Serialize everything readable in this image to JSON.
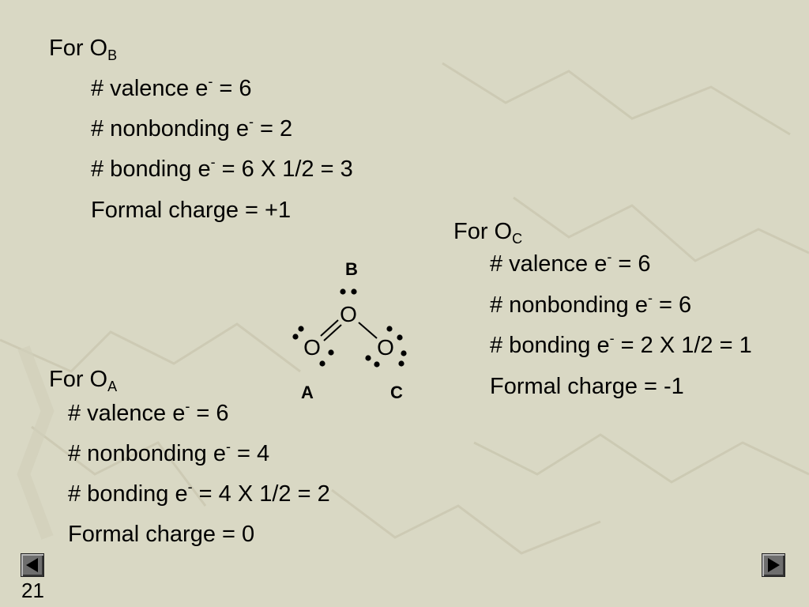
{
  "ob": {
    "heading": "For O",
    "heading_sub": "B",
    "lines": [
      {
        "pre": "# valence e",
        "sup": "-",
        "post": " = 6"
      },
      {
        "pre": "# nonbonding e",
        "sup": "-",
        "post": " = 2"
      },
      {
        "pre": "# bonding e",
        "sup": "-",
        "post": " = 6 X 1/2 = 3"
      },
      {
        "pre": "Formal charge = +1",
        "sup": "",
        "post": ""
      }
    ]
  },
  "oc": {
    "heading": "For O",
    "heading_sub": "C",
    "lines": [
      {
        "pre": "# valence e",
        "sup": "-",
        "post": " = 6"
      },
      {
        "pre": "# nonbonding e",
        "sup": "-",
        "post": " = 6"
      },
      {
        "pre": "# bonding e",
        "sup": "-",
        "post": " = 2 X 1/2 = 1"
      },
      {
        "pre": "Formal charge = -1",
        "sup": "",
        "post": ""
      }
    ]
  },
  "oa": {
    "heading": "For O",
    "heading_sub": "A",
    "lines": [
      {
        "pre": "# valence e",
        "sup": "-",
        "post": " = 6"
      },
      {
        "pre": "# nonbonding e",
        "sup": "-",
        "post": " = 4"
      },
      {
        "pre": "# bonding e",
        "sup": "-",
        "post": " = 4 X 1/2 = 2"
      },
      {
        "pre": "Formal charge = 0",
        "sup": "",
        "post": ""
      }
    ]
  },
  "molecule": {
    "label_b": "B",
    "label_a": "A",
    "label_c": "C",
    "atom_symbol": "O"
  },
  "nav": {
    "prev_icon": "triangle-left-icon",
    "next_icon": "triangle-right-icon"
  },
  "slide_number": "21",
  "colors": {
    "background": "#d9d8c4",
    "pattern": "#cfcdb6",
    "text": "#000000"
  }
}
